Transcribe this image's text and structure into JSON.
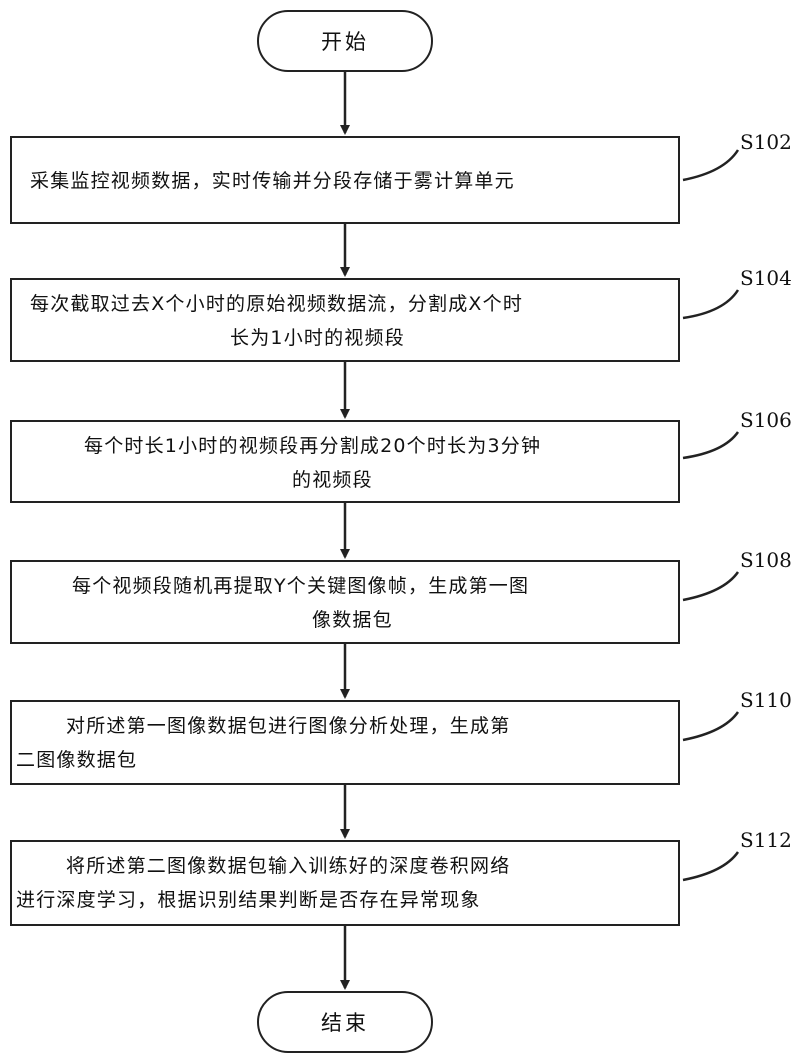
{
  "start": "开始",
  "end": "结束",
  "steps": [
    {
      "id": "S102",
      "lines": [
        "采集监控视频数据，实时传输并分段存储于雾计算单元"
      ]
    },
    {
      "id": "S104",
      "lines": [
        "每次截取过去X个小时的原始视频数据流，分割成X个时",
        "长为1小时的视频段"
      ]
    },
    {
      "id": "S106",
      "lines": [
        "每个时长1小时的视频段再分割成20个时长为3分钟",
        "的视频段"
      ]
    },
    {
      "id": "S108",
      "lines": [
        "每个视频段随机再提取Y个关键图像帧，生成第一图",
        "像数据包"
      ]
    },
    {
      "id": "S110",
      "lines": [
        "对所述第一图像数据包进行图像分析处理，生成第",
        "二图像数据包"
      ]
    },
    {
      "id": "S112",
      "lines": [
        "将所述第二图像数据包输入训练好的深度卷积网络",
        "进行深度学习，根据识别结果判断是否存在异常现象"
      ]
    }
  ]
}
